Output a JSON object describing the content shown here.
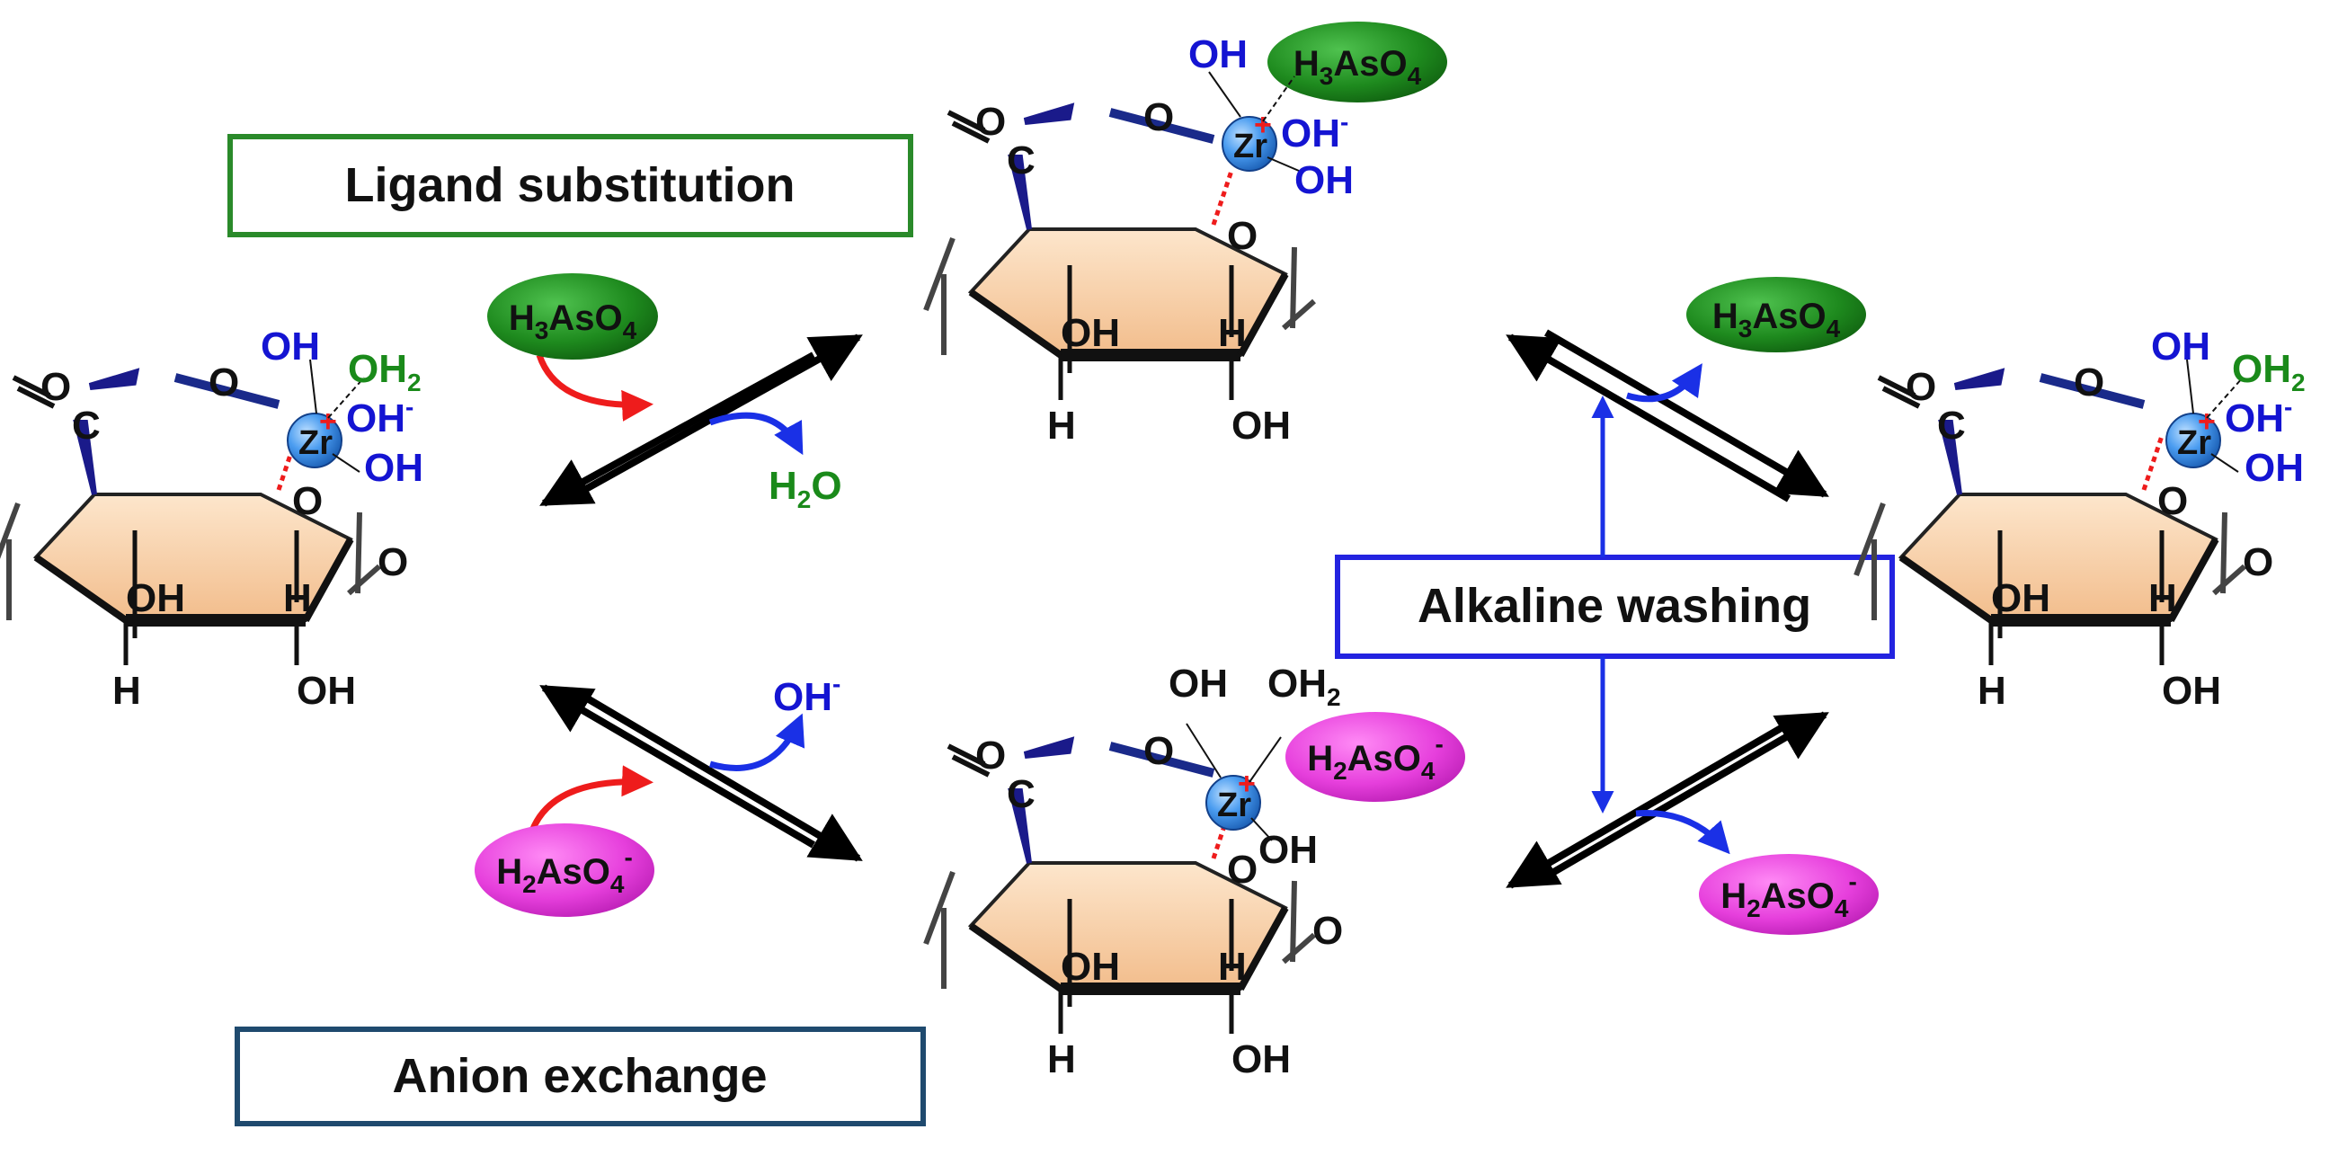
{
  "labels": {
    "ligand_substitution": "Ligand substitution",
    "anion_exchange": "Anion exchange",
    "alkaline_washing": "Alkaline washing"
  },
  "species": {
    "h3aso4": {
      "base": "H",
      "sub1": "3",
      "mid": "AsO",
      "sub2": "4",
      "sup": ""
    },
    "h2aso4": {
      "base": "H",
      "sub1": "2",
      "mid": "AsO",
      "sub2": "4",
      "sup": "-"
    },
    "h2o": {
      "base": "H",
      "sub1": "2",
      "mid": "O"
    },
    "oh_minus": {
      "text": "OH",
      "sup": "-"
    }
  },
  "atoms": {
    "zr": "Zr",
    "plus": "+",
    "o": "O",
    "c": "C",
    "h": "H",
    "oh": "OH",
    "oh2_base": "OH",
    "oh2_sub": "2",
    "oh_minus_base": "OH",
    "oh_minus_sup": "-"
  },
  "colors": {
    "h3aso4_oval": "#1e8a1e",
    "h2aso4_oval": "#e33fd9",
    "zr_sphere": "#3d8fe6",
    "ring_fill": "#f6cfa6",
    "box_green": "#2a8a2a",
    "box_navy": "#1f4a6e",
    "box_blue": "#2323e0",
    "arrow_red": "#ee1c1c",
    "arrow_blue": "#1a30e6"
  }
}
